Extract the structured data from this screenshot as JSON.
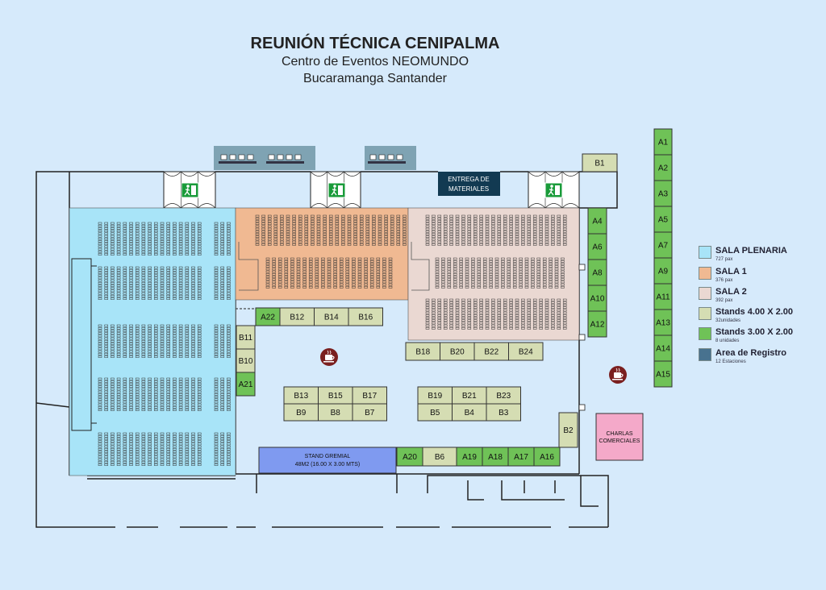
{
  "header": {
    "title": "REUNIÓN TÉCNICA CENIPALMA",
    "venue": "Centro de Eventos NEOMUNDO",
    "city": "Bucaramanga Santander"
  },
  "rooms": {
    "registro_label_1": "ENTREGA DE",
    "registro_label_2": "MATERIALES",
    "gremial_label_1": "STAND GREMIAL",
    "gremial_label_2": "48M2 (16.00 X 3.00 MTS)",
    "charlas_label_1": "CHARLAS",
    "charlas_label_2": "COMERCIALES"
  },
  "colors": {
    "plenaria": "#a8e4f8",
    "sala1": "#f0b992",
    "sala2": "#ead8d2",
    "stand_large": "#d5ddb3",
    "stand_small": "#6fc257",
    "registro": "#48728f",
    "gremial": "#7f9af0",
    "charlas": "#f4a9c9",
    "background": "#d6eafb"
  },
  "stands": [
    "A1",
    "A2",
    "A3",
    "A5",
    "A7",
    "A9",
    "A11",
    "A13",
    "A14",
    "A15",
    "B1",
    "A4",
    "A6",
    "A8",
    "A10",
    "A12",
    "A22",
    "B12",
    "B14",
    "B16",
    "B18",
    "B20",
    "B22",
    "B24",
    "B11",
    "B10",
    "A21",
    "B13",
    "B15",
    "B17",
    "B9",
    "B8",
    "B7",
    "B19",
    "B21",
    "B23",
    "B5",
    "B4",
    "B3",
    "B2",
    "A20",
    "B6",
    "A19",
    "A18",
    "A17",
    "A16"
  ],
  "legend": [
    {
      "name": "SALA PLENARIA",
      "sub": "727 pax",
      "color": "#a8e4f8"
    },
    {
      "name": "SALA 1",
      "sub": "376 pax",
      "color": "#f0b992"
    },
    {
      "name": "SALA 2",
      "sub": "392 pax",
      "color": "#ead8d2"
    },
    {
      "name": "Stands 4.00 X 2.00",
      "sub": "32unidades",
      "color": "#d5ddb3"
    },
    {
      "name": "Stands 3.00 X 2.00",
      "sub": "8 unidades",
      "color": "#6fc257"
    },
    {
      "name": "Area de Registro",
      "sub": "12 Estaciones",
      "color": "#48728f"
    }
  ]
}
